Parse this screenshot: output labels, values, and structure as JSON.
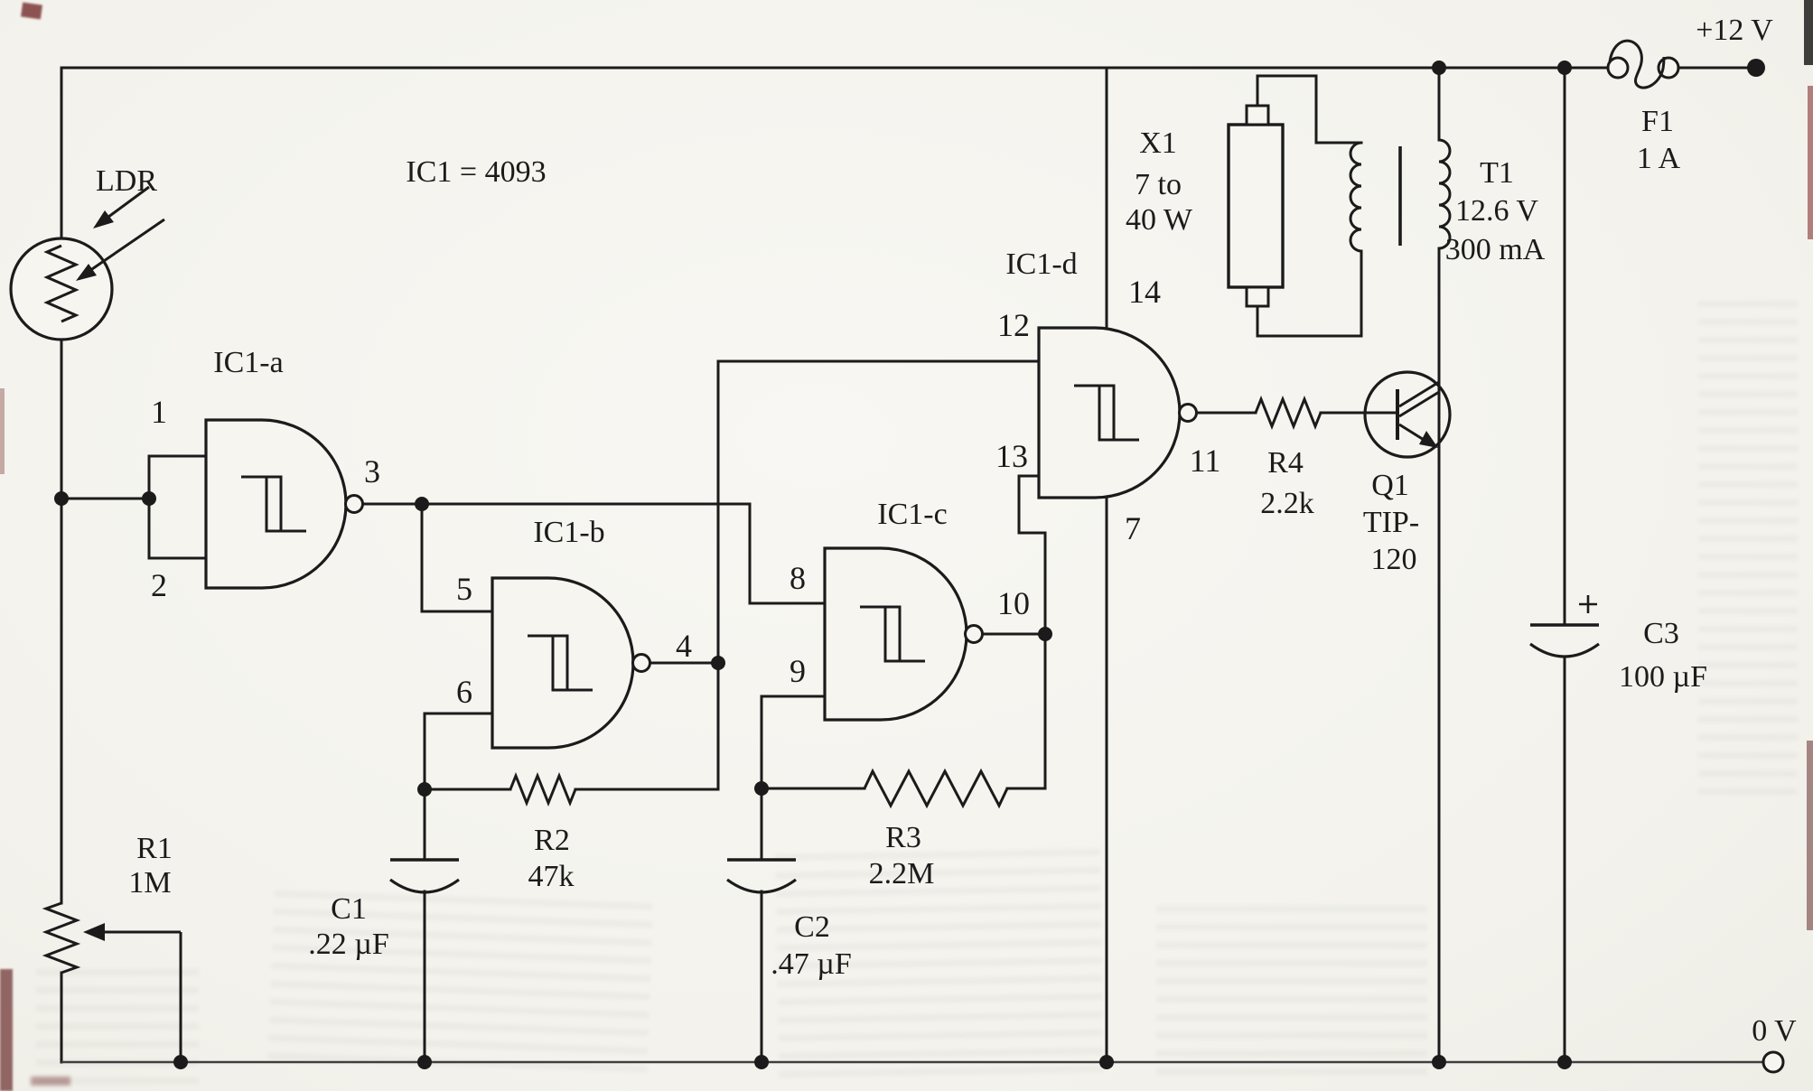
{
  "diagram_type": "circuit-schematic",
  "ic_note": "IC1 = 4093",
  "power": {
    "positive_rail": "+12 V",
    "ground_rail": "0 V"
  },
  "labels": {
    "ldr": "LDR",
    "ic_note": "IC1 = 4093",
    "gate_a": "IC1-a",
    "gate_b": "IC1-b",
    "gate_c": "IC1-c",
    "gate_d": "IC1-d",
    "pin1": "1",
    "pin2": "2",
    "pin3": "3",
    "pin4": "4",
    "pin5": "5",
    "pin6": "6",
    "pin7": "7",
    "pin8": "8",
    "pin9": "9",
    "pin10": "10",
    "pin11": "11",
    "pin12": "12",
    "pin13": "13",
    "pin14": "14",
    "r1": "R1",
    "r1v": "1M",
    "r2": "R2",
    "r2v": "47k",
    "r3": "R3",
    "r3v": "2.2M",
    "r4": "R4",
    "r4v": "2.2k",
    "c1": "C1",
    "c1v": ".22 µF",
    "c2": "C2",
    "c2v": ".47 µF",
    "c3": "C3",
    "c3v": "100 µF",
    "q1": "Q1",
    "q1v1": "TIP-",
    "q1v2": "120",
    "t1": "T1",
    "t1v1": "12.6 V",
    "t1v2": "300 mA",
    "x1": "X1",
    "x1v1": "7 to",
    "x1v2": "40 W",
    "f1": "F1",
    "f1v": "1 A",
    "vplus": "+12 V",
    "gnd": "0 V"
  },
  "components": [
    {
      "ref": "LDR",
      "value": ""
    },
    {
      "ref": "R1",
      "value": "1M"
    },
    {
      "ref": "R2",
      "value": "47k"
    },
    {
      "ref": "R3",
      "value": "2.2M"
    },
    {
      "ref": "R4",
      "value": "2.2k"
    },
    {
      "ref": "C1",
      "value": ".22 µF"
    },
    {
      "ref": "C2",
      "value": ".47 µF"
    },
    {
      "ref": "C3",
      "value": "100 µF"
    },
    {
      "ref": "Q1",
      "value": "TIP-120"
    },
    {
      "ref": "T1",
      "value": "12.6 V 300 mA"
    },
    {
      "ref": "X1",
      "value": "7 to 40 W"
    },
    {
      "ref": "F1",
      "value": "1 A"
    },
    {
      "ref": "IC1",
      "value": "4093"
    }
  ],
  "gate_pins": {
    "IC1-a": {
      "inputs": [
        "1",
        "2"
      ],
      "output": "3"
    },
    "IC1-b": {
      "inputs": [
        "5",
        "6"
      ],
      "output": "4"
    },
    "IC1-c": {
      "inputs": [
        "8",
        "9"
      ],
      "output": "10"
    },
    "IC1-d": {
      "inputs": [
        "12",
        "13"
      ],
      "output": "11"
    },
    "IC1_power": {
      "vdd_pin": "14",
      "gnd_pin": "7"
    }
  },
  "colors": {
    "ink": "#1b1b1b",
    "paper": "#f6f5f0",
    "bottom_rail": "#3f3f3f"
  }
}
